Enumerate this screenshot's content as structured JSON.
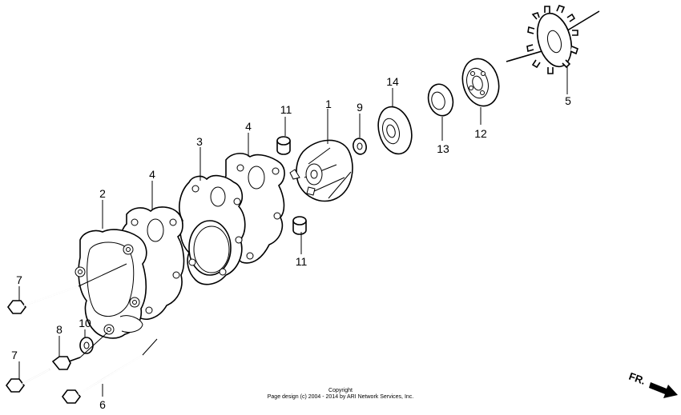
{
  "callouts": {
    "p1": "1",
    "p2": "2",
    "p3": "3",
    "p4a": "4",
    "p4b": "4",
    "p5": "5",
    "p6": "6",
    "p7a": "7",
    "p7b": "7",
    "p8": "8",
    "p9": "9",
    "p10": "10",
    "p11a": "11",
    "p11b": "11",
    "p12": "12",
    "p13": "13",
    "p14": "14"
  },
  "copyright": {
    "line1": "Copyright",
    "line2": "Page design (c) 2004 - 2014 by ARI Network Services, Inc."
  },
  "direction": {
    "label": "FR."
  }
}
